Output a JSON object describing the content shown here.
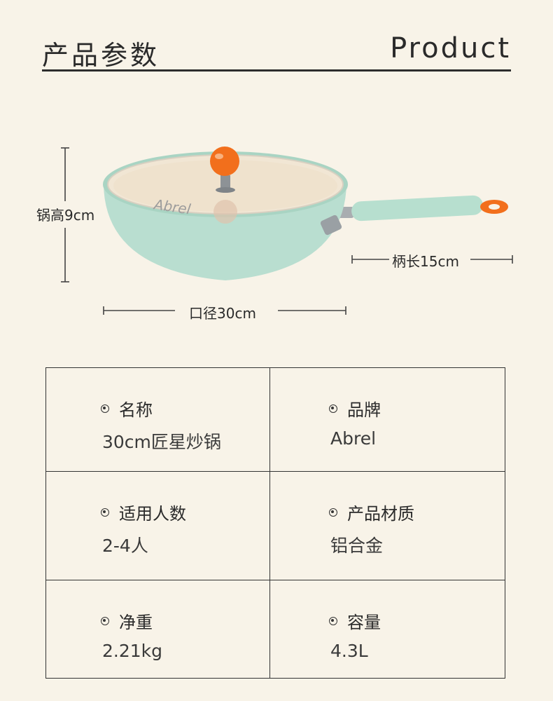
{
  "header": {
    "title_cn": "产品参数",
    "title_en": "Product"
  },
  "figure": {
    "brand_mark": "Abrel",
    "dimensions": {
      "height_label": "锅高9cm",
      "handle_label": "柄长15cm",
      "mouth_label": "口径30cm"
    },
    "colors": {
      "pan_body": "#b9ded0",
      "lid_glass": "#f1e6d4",
      "knob": "#f26f1c",
      "handle": "#b7dfcf"
    }
  },
  "specs": [
    {
      "label": "名称",
      "value": "30cm匠星炒锅"
    },
    {
      "label": "品牌",
      "value": "Abrel"
    },
    {
      "label": "适用人数",
      "value": "2-4人"
    },
    {
      "label": "产品材质",
      "value": "铝合金"
    },
    {
      "label": "净重",
      "value": "2.21kg"
    },
    {
      "label": "容量",
      "value": "4.3L"
    }
  ]
}
